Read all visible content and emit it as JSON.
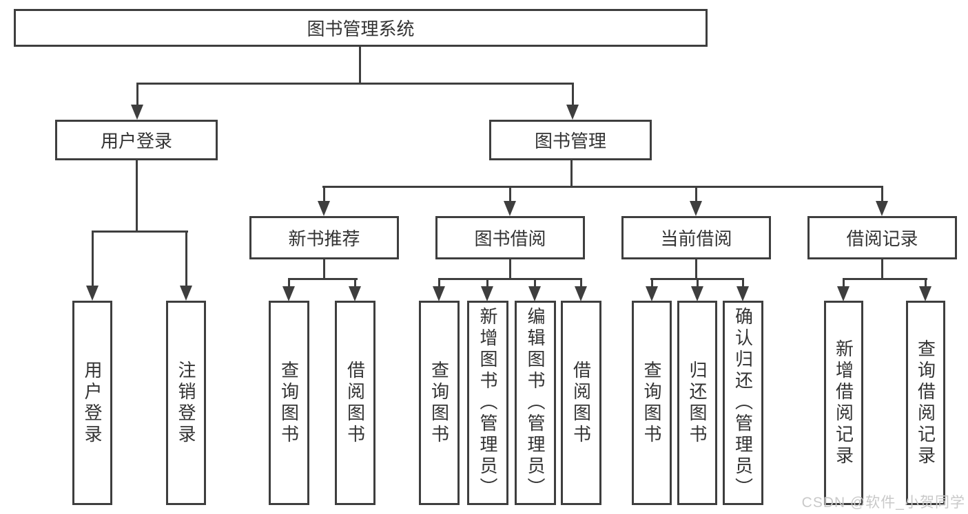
{
  "colors": {
    "line": "#3e3e3e",
    "text": "#333333",
    "background": "#ffffff",
    "watermark": "#c9c9c9"
  },
  "tree": {
    "root": {
      "label": "图书管理系统"
    },
    "branches": [
      {
        "label": "用户登录",
        "children": [
          {
            "label": "用户登录"
          },
          {
            "label": "注销登录"
          }
        ]
      },
      {
        "label": "图书管理",
        "children": [
          {
            "label": "新书推荐",
            "children": [
              {
                "label": "查询图书"
              },
              {
                "label": "借阅图书"
              }
            ]
          },
          {
            "label": "图书借阅",
            "children": [
              {
                "label": "查询图书"
              },
              {
                "label": "新增图书（管理员）"
              },
              {
                "label": "编辑图书（管理员）"
              },
              {
                "label": "借阅图书"
              }
            ]
          },
          {
            "label": "当前借阅",
            "children": [
              {
                "label": "查询图书"
              },
              {
                "label": "归还图书"
              },
              {
                "label": "确认归还（管理员）"
              }
            ]
          },
          {
            "label": "借阅记录",
            "children": [
              {
                "label": "新增借阅记录"
              },
              {
                "label": "查询借阅记录"
              }
            ]
          }
        ]
      }
    ]
  },
  "watermark": {
    "text": "CSDN @软件_小贺同学"
  }
}
